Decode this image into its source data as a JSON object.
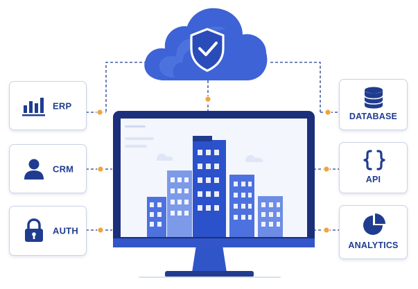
{
  "colors": {
    "dark_blue": "#1f3c8f",
    "mid_blue": "#3c67e0",
    "light_blue": "#6e90ef",
    "connector_orange": "#f2a33a",
    "card_border": "#c9d3e6",
    "monitor_frame": "#1b2f7a"
  },
  "cloud": {
    "icon": "shield-check-icon"
  },
  "left_cards": [
    {
      "label": "ERP",
      "icon": "bar-chart-icon"
    },
    {
      "label": "CRM",
      "icon": "user-icon"
    },
    {
      "label": "AUTH",
      "icon": "padlock-icon"
    }
  ],
  "right_cards": [
    {
      "label": "DATABASE",
      "icon": "database-icon"
    },
    {
      "label": "API",
      "icon": "curly-braces-icon"
    },
    {
      "label": "ANALYTICS",
      "icon": "pie-chart-icon"
    }
  ],
  "monitor": {
    "screen_content": "city-skyline"
  }
}
